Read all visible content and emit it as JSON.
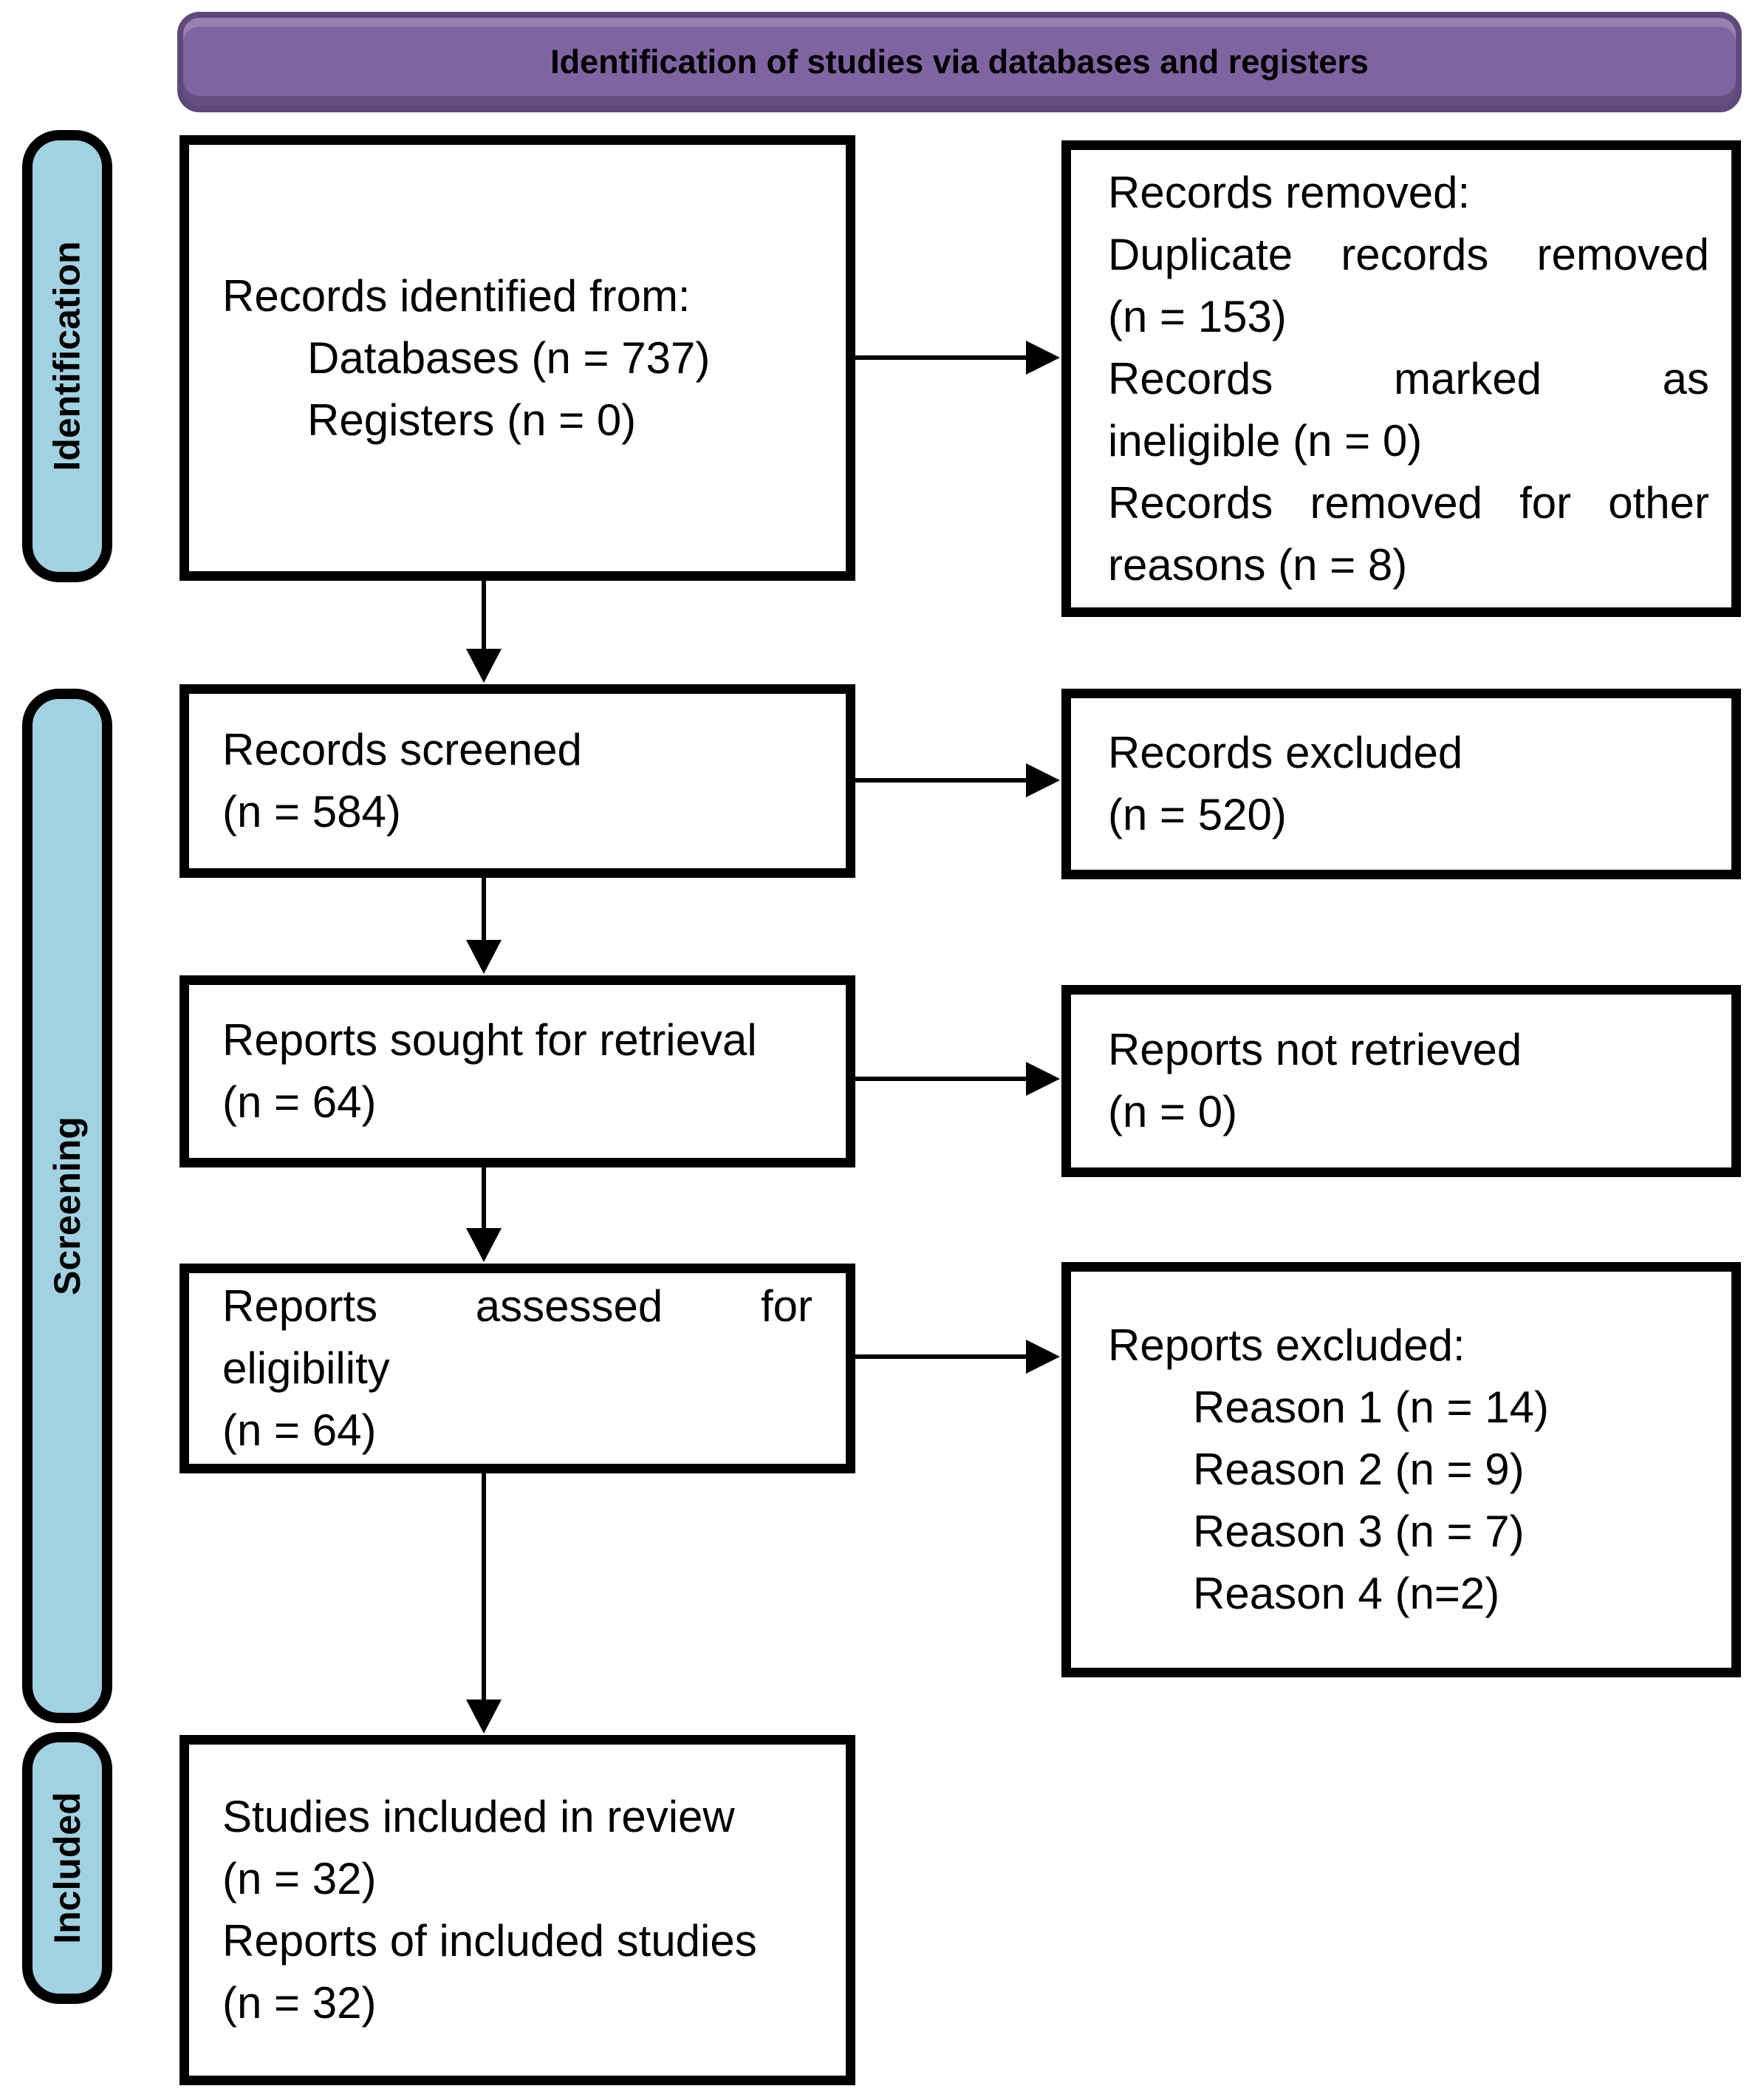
{
  "banner": {
    "title": "Identification of studies via databases and registers"
  },
  "stages": {
    "identification": "Identification",
    "screening": "Screening",
    "included": "Included"
  },
  "boxes": {
    "records_identified": {
      "lines": [
        "Records identified from:",
        "Databases (n = 737)",
        "Registers (n = 0)"
      ]
    },
    "records_removed": {
      "lines": [
        "Records removed:",
        "Duplicate records removed",
        "(n = 153)",
        "Records marked as",
        "ineligible (n = 0)",
        "Records removed for other",
        "reasons (n = 8)"
      ]
    },
    "records_screened": {
      "lines": [
        "Records screened",
        "(n = 584)"
      ]
    },
    "records_excluded": {
      "lines": [
        "Records excluded",
        "(n = 520)"
      ]
    },
    "reports_sought": {
      "lines": [
        "Reports sought for retrieval",
        "(n = 64)"
      ]
    },
    "reports_not_retrieved": {
      "lines": [
        "Reports not retrieved",
        "(n = 0)"
      ]
    },
    "reports_assessed": {
      "lines": [
        "Reports assessed for",
        "eligibility",
        "(n = 64)"
      ]
    },
    "reports_excluded": {
      "lines": [
        "Reports excluded:",
        "Reason 1 (n = 14)",
        "Reason 2 (n = 9)",
        "Reason 3 (n = 7)",
        "Reason 4 (n=2)"
      ]
    },
    "studies_included": {
      "lines": [
        "Studies included in review",
        "(n = 32)",
        "Reports of included studies",
        "(n = 32)"
      ]
    }
  },
  "colors": {
    "banner_fill": "#8064A2",
    "banner_border": "#5F497B",
    "stage_fill": "#A2D1E1",
    "box_border": "#000000",
    "text": "#000000"
  }
}
